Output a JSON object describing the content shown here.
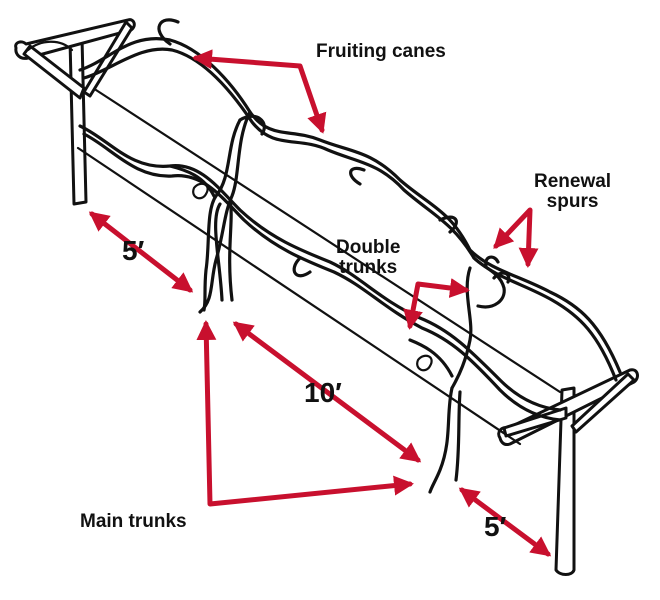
{
  "diagram": {
    "labels": {
      "fruiting_canes": "Fruiting canes",
      "renewal_spurs_line1": "Renewal",
      "renewal_spurs_line2": "spurs",
      "double_trunks_line1": "Double",
      "double_trunks_line2": "trunks",
      "main_trunks": "Main trunks",
      "dimension_left": "5′",
      "dimension_middle": "10′",
      "dimension_right": "5′"
    },
    "colors": {
      "arrow": "#c8102e",
      "ink": "#111111",
      "background": "#ffffff"
    }
  }
}
